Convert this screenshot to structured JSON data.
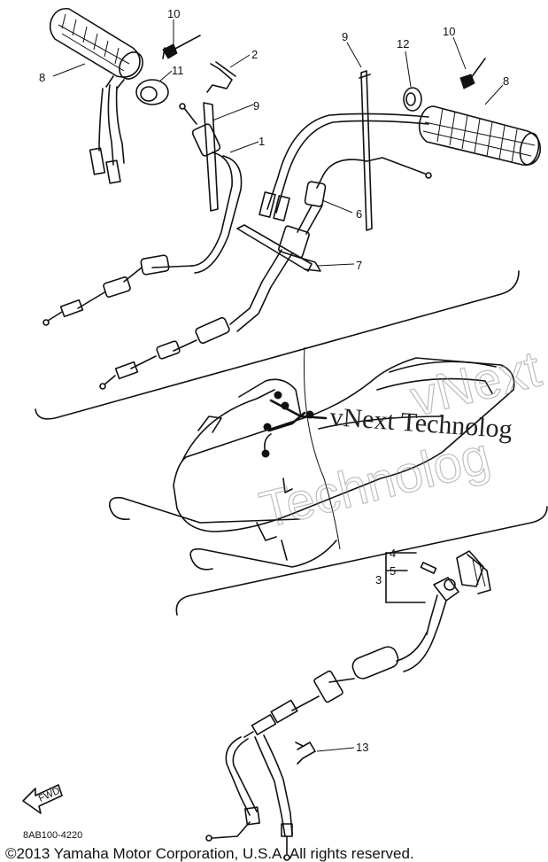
{
  "callouts": {
    "c1": "1",
    "c2": "2",
    "c3": "3",
    "c4": "4",
    "c5": "5",
    "c6": "6",
    "c7": "7",
    "c8_left": "8",
    "c8_right": "8",
    "c9_left": "9",
    "c9_right": "9",
    "c10_left": "10",
    "c10_right": "10",
    "c11": "11",
    "c12": "12",
    "c13": "13"
  },
  "watermark": {
    "line1": "vNext Technolog",
    "line2a": "vNext",
    "line2b": "Technolog"
  },
  "front_arrow_label": "FWD",
  "diagram_code": "8AB100-4220",
  "copyright": "©2013 Yamaha Motor Corporation, U.S.A. All rights reserved."
}
